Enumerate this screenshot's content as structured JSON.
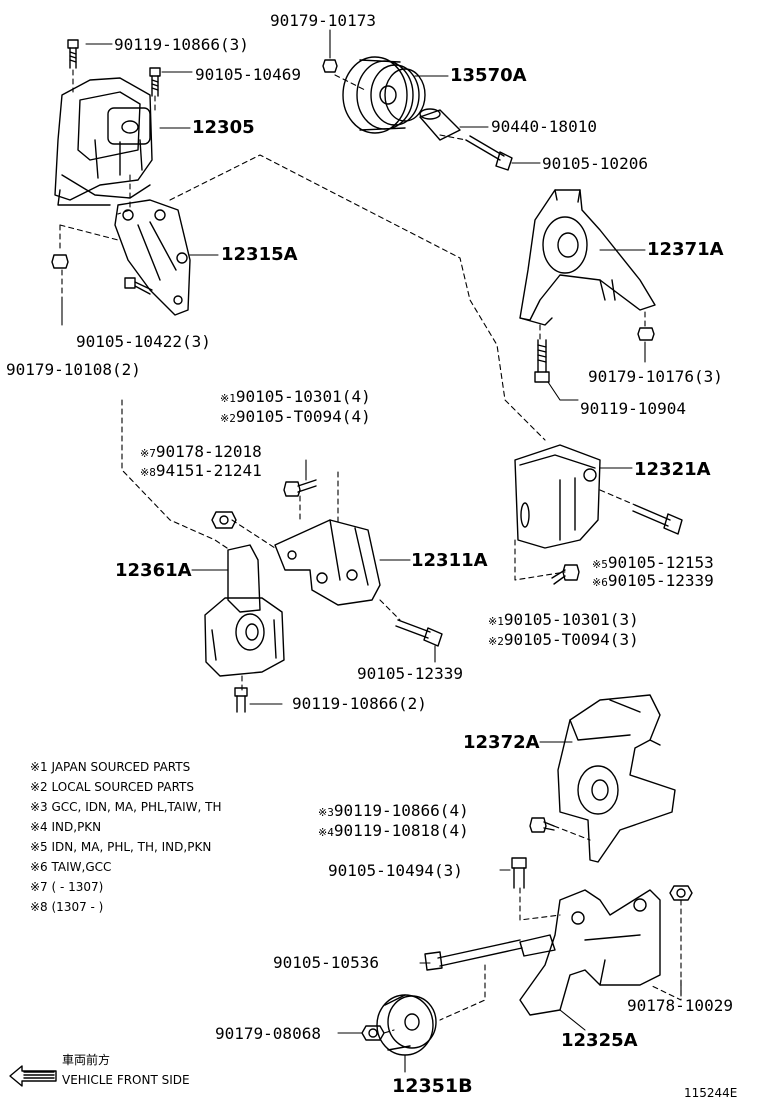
{
  "parts": {
    "p90179_10173": "90179-10173",
    "p90119_10866_3": "90119-10866(3)",
    "p90105_10469": "90105-10469",
    "p13570A": "13570A",
    "p90440_18010": "90440-18010",
    "p12305": "12305",
    "p90105_10206": "90105-10206",
    "p12371A": "12371A",
    "p12315A": "12315A",
    "p90105_10422_3": "90105-10422(3)",
    "p90179_10108_2": "90179-10108(2)",
    "p90179_10176_3": "90179-10176(3)",
    "p90119_10904": "90119-10904",
    "p12321A": "12321A",
    "p90105_10301_4": "90105-10301(4)",
    "p90105_T0094_4": "90105-T0094(4)",
    "p90178_12018": "90178-12018",
    "p94151_21241": "94151-21241",
    "p12311A": "12311A",
    "p12361A": "12361A",
    "p90105_12153": "90105-12153",
    "p90105_12339_r": "90105-12339",
    "p90105_10301_3": "90105-10301(3)",
    "p90105_T0094_3": "90105-T0094(3)",
    "p90105_12339": "90105-12339",
    "p90119_10866_2": "90119-10866(2)",
    "p12372A": "12372A",
    "p90119_10866_4": "90119-10866(4)",
    "p90119_10818_4": "90119-10818(4)",
    "p90105_10494_3": "90105-10494(3)",
    "p90105_10536": "90105-10536",
    "p90178_10029": "90178-10029",
    "p90179_08068": "90179-08068",
    "p12325A": "12325A",
    "p12351B": "12351B"
  },
  "marks": {
    "m1": "※1",
    "m2": "※2",
    "m3": "※3",
    "m4": "※4",
    "m5": "※5",
    "m6": "※6",
    "m7": "※7",
    "m8": "※8"
  },
  "legend": {
    "n1": "※1 JAPAN SOURCED PARTS",
    "n2": "※2 LOCAL SOURCED PARTS",
    "n3": "※3 GCC, IDN, MA, PHL,TAIW, TH",
    "n4": "※4 IND,PKN",
    "n5": "※5 IDN, MA, PHL, TH, IND,PKN",
    "n6": "※6 TAIW,GCC",
    "n7": "※7 (        - 1307)",
    "n8": "※8 (1307 -         )"
  },
  "footer": {
    "front_jp": "車両前方",
    "front_en": "VEHICLE FRONT SIDE",
    "diagram_id": "115244E"
  },
  "colors": {
    "ink": "#000000",
    "paper": "#ffffff"
  }
}
